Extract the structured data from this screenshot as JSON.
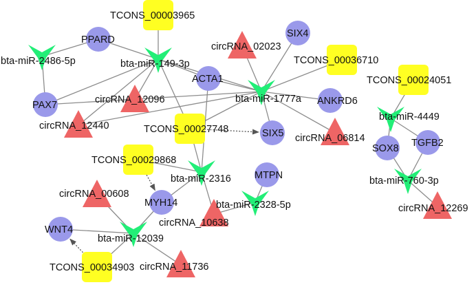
{
  "colors": {
    "mirna": "#22ee77",
    "gene": "#9a99ea",
    "circrna": "#ee6565",
    "lncrna": "#ffff22",
    "edge": "#8c8c8c",
    "dotted_edge": "#555555"
  },
  "legend_shapes": {
    "mirna": "v-arrow",
    "gene": "circle",
    "circrna": "triangle",
    "lncrna": "rounded-square"
  },
  "nodes": [
    {
      "id": "TCONS_00003965",
      "label": "TCONS_00003965",
      "type": "lncrna"
    },
    {
      "id": "PPARD",
      "label": "PPARD",
      "type": "gene"
    },
    {
      "id": "bta-miR-2486-5p",
      "label": "bta-miR-2486-5p",
      "type": "mirna"
    },
    {
      "id": "bta-miR-149-3p",
      "label": "bta-miR-149-3p",
      "type": "mirna"
    },
    {
      "id": "circRNA_02023",
      "label": "circRNA_02023",
      "type": "circrna"
    },
    {
      "id": "SIX4",
      "label": "SIX4",
      "type": "gene"
    },
    {
      "id": "TCONS_00036710",
      "label": "TCONS_00036710",
      "type": "lncrna"
    },
    {
      "id": "TCONS_00024051",
      "label": "TCONS_00024051",
      "type": "lncrna"
    },
    {
      "id": "PAX7",
      "label": "PAX7",
      "type": "gene"
    },
    {
      "id": "circRNA_12096",
      "label": "circRNA_12096",
      "type": "circrna"
    },
    {
      "id": "ACTA1",
      "label": "ACTA1",
      "type": "gene"
    },
    {
      "id": "bta-miR-1777a",
      "label": "bta-miR-1777a",
      "type": "mirna"
    },
    {
      "id": "ANKRD6",
      "label": "ANKRD6",
      "type": "gene"
    },
    {
      "id": "bta-miR-4449",
      "label": "bta-miR-4449",
      "type": "mirna"
    },
    {
      "id": "circRNA_12440",
      "label": "circRNA_12440",
      "type": "circrna"
    },
    {
      "id": "TCONS_00027748",
      "label": "TCONS_00027748",
      "type": "lncrna"
    },
    {
      "id": "SIX5",
      "label": "SIX5",
      "type": "gene"
    },
    {
      "id": "circRNA_06814",
      "label": "circRNA_06814",
      "type": "circrna"
    },
    {
      "id": "SOX8",
      "label": "SOX8",
      "type": "gene"
    },
    {
      "id": "TGFB2",
      "label": "TGFB2",
      "type": "gene"
    },
    {
      "id": "TCONS_00029868",
      "label": "TCONS_00029868",
      "type": "lncrna"
    },
    {
      "id": "MTPN",
      "label": "MTPN",
      "type": "gene"
    },
    {
      "id": "bta-miR-2316",
      "label": "bta-miR-2316",
      "type": "mirna"
    },
    {
      "id": "bta-miR-760-3p",
      "label": "bta-miR-760-3p",
      "type": "mirna"
    },
    {
      "id": "circRNA_00608",
      "label": "circRNA_00608",
      "type": "circrna"
    },
    {
      "id": "MYH14",
      "label": "MYH14",
      "type": "gene"
    },
    {
      "id": "bta-miR-2328-5p",
      "label": "bta-miR-2328-5p",
      "type": "mirna"
    },
    {
      "id": "circRNA_12269",
      "label": "circRNA_12269",
      "type": "circrna"
    },
    {
      "id": "circRNA_10638",
      "label": "circRNA_10638",
      "type": "circrna"
    },
    {
      "id": "WNT4",
      "label": "WNT4",
      "type": "gene"
    },
    {
      "id": "bta-miR-12039",
      "label": "bta-miR-12039",
      "type": "mirna"
    },
    {
      "id": "TCONS_00034903",
      "label": "TCONS_00034903",
      "type": "lncrna"
    },
    {
      "id": "circRNA_11736",
      "label": "circRNA_11736",
      "type": "circrna"
    }
  ],
  "edges": [
    {
      "from": "bta-miR-2486-5p",
      "to": "PPARD",
      "style": "solid"
    },
    {
      "from": "bta-miR-2486-5p",
      "to": "PAX7",
      "style": "solid"
    },
    {
      "from": "bta-miR-149-3p",
      "to": "TCONS_00003965",
      "style": "solid"
    },
    {
      "from": "bta-miR-149-3p",
      "to": "PPARD",
      "style": "solid"
    },
    {
      "from": "bta-miR-149-3p",
      "to": "PAX7",
      "style": "solid"
    },
    {
      "from": "bta-miR-149-3p",
      "to": "circRNA_12096",
      "style": "solid"
    },
    {
      "from": "bta-miR-149-3p",
      "to": "circRNA_12440",
      "style": "solid"
    },
    {
      "from": "bta-miR-149-3p",
      "to": "ACTA1",
      "style": "solid"
    },
    {
      "from": "bta-miR-149-3p",
      "to": "TCONS_00027748",
      "style": "solid"
    },
    {
      "from": "bta-miR-149-3p",
      "to": "bta-miR-1777a",
      "style": "solid"
    },
    {
      "from": "bta-miR-1777a",
      "to": "circRNA_02023",
      "style": "solid"
    },
    {
      "from": "bta-miR-1777a",
      "to": "SIX4",
      "style": "solid"
    },
    {
      "from": "bta-miR-1777a",
      "to": "TCONS_00036710",
      "style": "solid"
    },
    {
      "from": "bta-miR-1777a",
      "to": "ANKRD6",
      "style": "solid"
    },
    {
      "from": "bta-miR-1777a",
      "to": "circRNA_06814",
      "style": "solid"
    },
    {
      "from": "bta-miR-1777a",
      "to": "SIX5",
      "style": "solid"
    },
    {
      "from": "bta-miR-1777a",
      "to": "ACTA1",
      "style": "solid"
    },
    {
      "from": "bta-miR-1777a",
      "to": "TCONS_00027748",
      "style": "solid"
    },
    {
      "from": "bta-miR-1777a",
      "to": "PAX7",
      "style": "solid"
    },
    {
      "from": "bta-miR-1777a",
      "to": "circRNA_12440",
      "style": "solid"
    },
    {
      "from": "bta-miR-4449",
      "to": "TCONS_00024051",
      "style": "solid"
    },
    {
      "from": "bta-miR-4449",
      "to": "SOX8",
      "style": "solid"
    },
    {
      "from": "bta-miR-4449",
      "to": "TGFB2",
      "style": "solid"
    },
    {
      "from": "bta-miR-760-3p",
      "to": "SOX8",
      "style": "solid"
    },
    {
      "from": "bta-miR-760-3p",
      "to": "TGFB2",
      "style": "solid"
    },
    {
      "from": "bta-miR-760-3p",
      "to": "circRNA_12269",
      "style": "solid"
    },
    {
      "from": "bta-miR-2316",
      "to": "ACTA1",
      "style": "solid"
    },
    {
      "from": "bta-miR-2316",
      "to": "TCONS_00027748",
      "style": "solid"
    },
    {
      "from": "bta-miR-2316",
      "to": "TCONS_00029868",
      "style": "solid"
    },
    {
      "from": "bta-miR-2316",
      "to": "MYH14",
      "style": "solid"
    },
    {
      "from": "bta-miR-2316",
      "to": "circRNA_10638",
      "style": "solid"
    },
    {
      "from": "bta-miR-2328-5p",
      "to": "MTPN",
      "style": "solid"
    },
    {
      "from": "bta-miR-2328-5p",
      "to": "circRNA_10638",
      "style": "solid"
    },
    {
      "from": "bta-miR-12039",
      "to": "MYH14",
      "style": "solid"
    },
    {
      "from": "bta-miR-12039",
      "to": "circRNA_00608",
      "style": "solid"
    },
    {
      "from": "bta-miR-12039",
      "to": "WNT4",
      "style": "solid"
    },
    {
      "from": "bta-miR-12039",
      "to": "TCONS_00034903",
      "style": "solid"
    },
    {
      "from": "bta-miR-12039",
      "to": "circRNA_11736",
      "style": "solid"
    },
    {
      "from": "TCONS_00027748",
      "to": "SIX5",
      "style": "dotted-arrow"
    },
    {
      "from": "TCONS_00029868",
      "to": "MYH14",
      "style": "dotted-arrow"
    },
    {
      "from": "TCONS_00034903",
      "to": "WNT4",
      "style": "dotted-arrow"
    }
  ]
}
